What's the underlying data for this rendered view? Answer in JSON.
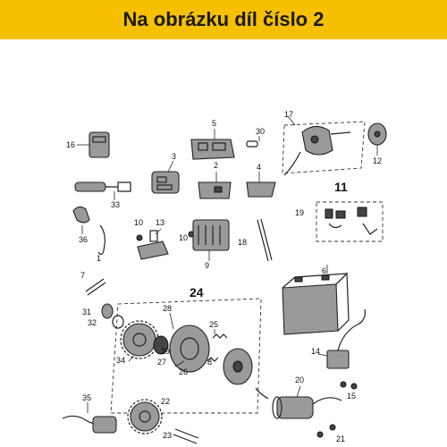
{
  "banner": {
    "text": "Na obrázku díl číslo 2",
    "color": "#f6c000"
  },
  "labels": {
    "l1": "1",
    "l2": "2",
    "l3": "3",
    "l4": "4",
    "l5": "5",
    "l6": "6",
    "l7": "7",
    "l8": "8",
    "l9": "9",
    "l10a": "10",
    "l10b": "10",
    "l11": "11",
    "l12": "12",
    "l13": "13",
    "l14": "14",
    "l15": "15",
    "l16": "16",
    "l17": "17",
    "l18": "18",
    "l19": "19",
    "l20": "20",
    "l21": "21",
    "l22": "22",
    "l23": "23",
    "l24": "24",
    "l25": "25",
    "l26": "26",
    "l27": "27",
    "l28": "28",
    "l29": "29",
    "l30": "30",
    "l31": "31",
    "l32": "32",
    "l33": "33",
    "l34": "34",
    "l35": "35",
    "l36": "36"
  }
}
